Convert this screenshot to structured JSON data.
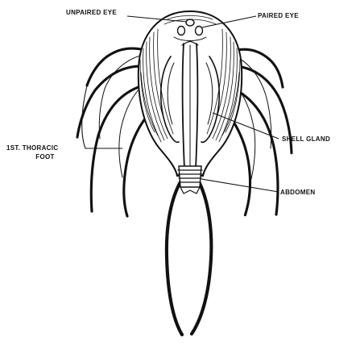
{
  "labels": {
    "unpaired_eye": "UNPAIRED EYE",
    "paired_eye": "PAIRED EYE",
    "shell_gland": "SHELL GLAND",
    "thoracic_foot_line1": "1ST. THORACIC",
    "thoracic_foot_line2": "FOOT",
    "abdomen": "ABDOMEN"
  }
}
